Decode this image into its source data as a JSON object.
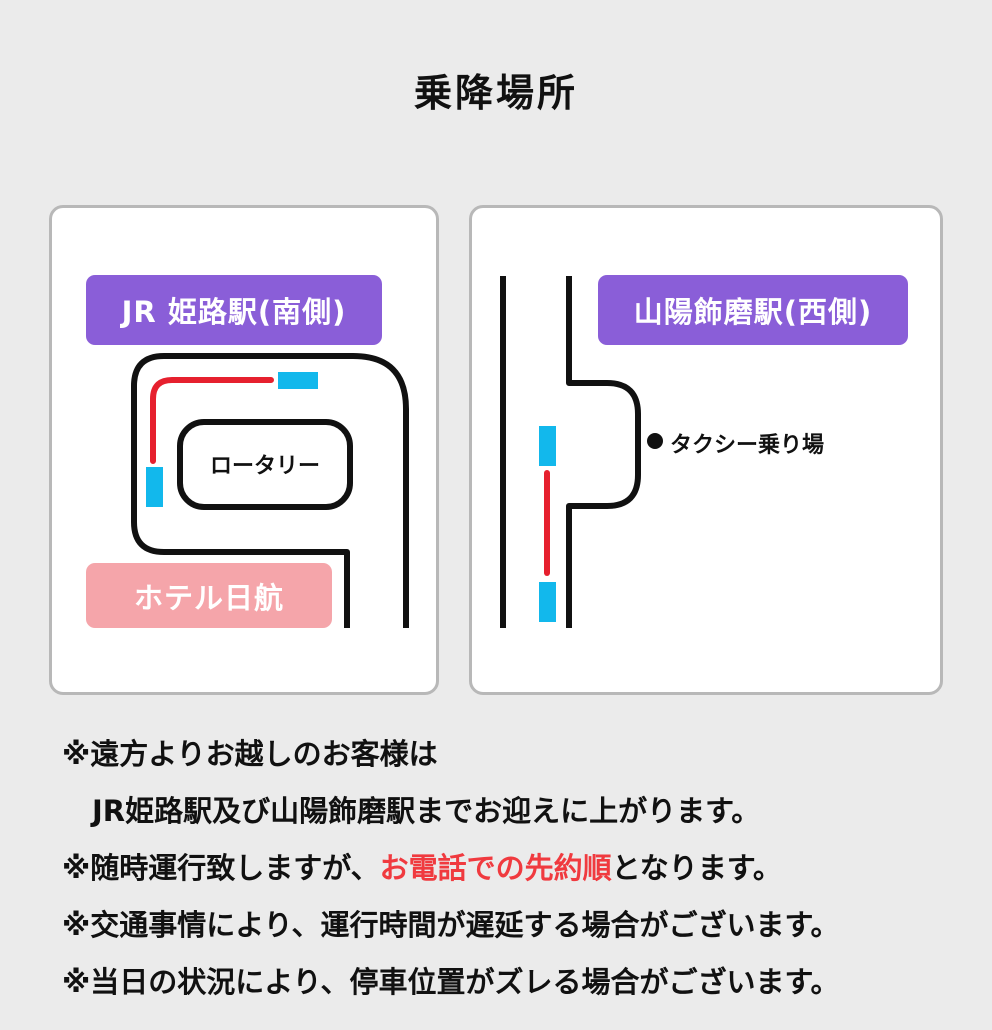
{
  "title": "乗降場所",
  "colors": {
    "background": "#ebebeb",
    "station_label": "#8a5ed8",
    "hotel_label": "#f5a5aa",
    "route_line": "#e6202e",
    "stop_marker": "#12b8ec",
    "road": "#111111",
    "highlight_text": "#f03a3f"
  },
  "left_map": {
    "station_label": "JR 姫路駅(南側)",
    "rotary_label": "ロータリー",
    "hotel_label": "ホテル日航"
  },
  "right_map": {
    "station_label": "山陽飾磨駅(西側)",
    "taxi_label": "タクシー乗り場",
    "taxi_marker_icon": "filled-circle"
  },
  "notes": {
    "line1": "※遠方よりお越しのお客様は",
    "line2": "JR姫路駅及び山陽飾磨駅までお迎えに上がります。",
    "line3_pre": "※随時運行致しますが、",
    "line3_highlight": "お電話での先約順",
    "line3_post": "となります。",
    "line4": "※交通事情により、運行時間が遅延する場合がございます。",
    "line5": "※当日の状況により、停車位置がズレる場合がございます。"
  }
}
